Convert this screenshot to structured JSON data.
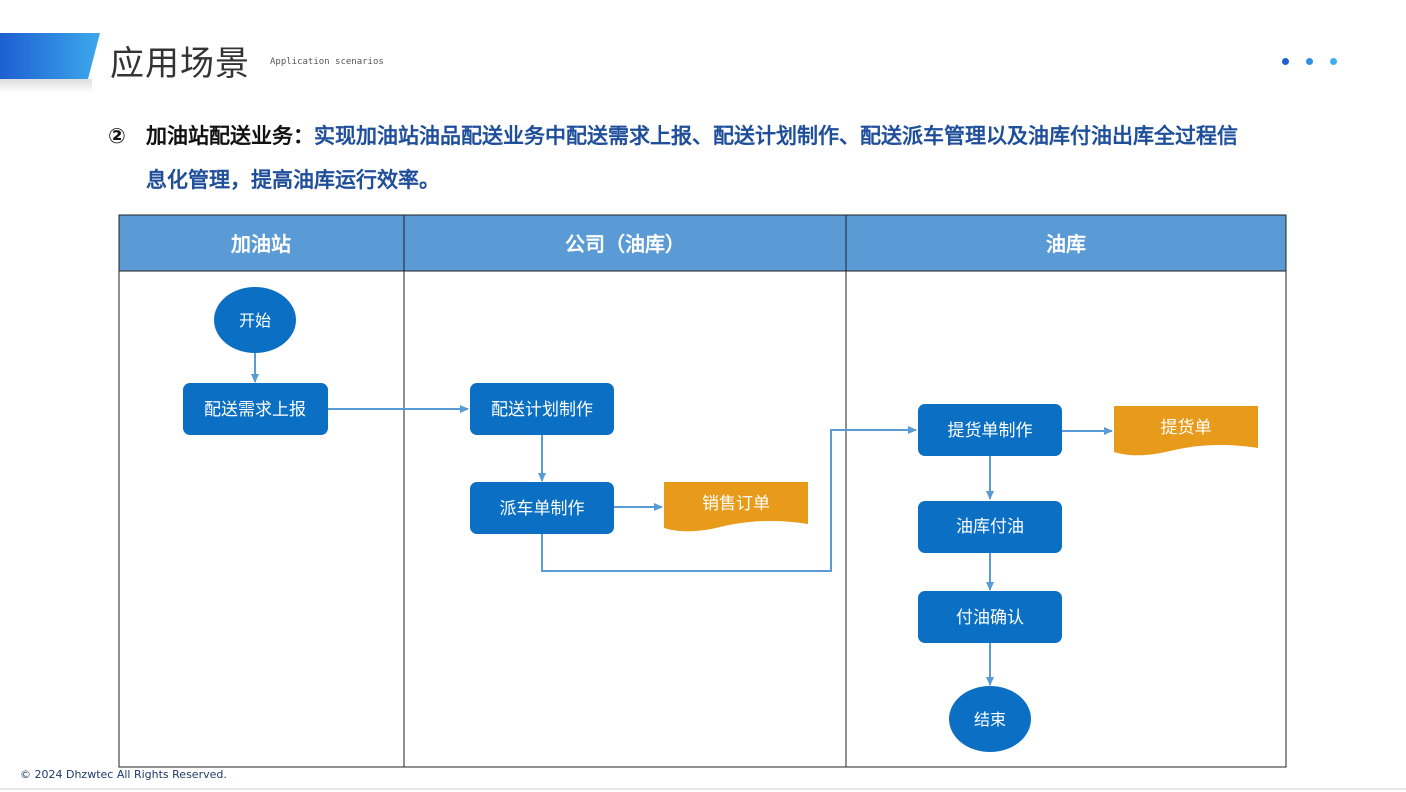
{
  "header": {
    "title": "应用场景",
    "subtitle": "Application scenarios",
    "dot_colors": [
      "#1f5fd1",
      "#2f8fe0",
      "#3fb0ea"
    ]
  },
  "intro": {
    "number": "②",
    "heading": "加油站配送业务：",
    "text_line1": "实现加油站油品配送业务中配送需求上报、配送计划制作、配送派车管理以及油库付油出库全过程信",
    "text_line2": "息化管理，提高油库运行效率。"
  },
  "lanes": {
    "lane1": "加油站",
    "lane2": "公司（油库）",
    "lane3": "油库"
  },
  "nodes": {
    "start": "开始",
    "report": "配送需求上报",
    "plan": "配送计划制作",
    "dispatch": "派车单制作",
    "sales_order": "销售订单",
    "pickup": "提货单制作",
    "pickup_doc": "提货单",
    "depot_pay": "油库付油",
    "confirm": "付油确认",
    "end": "结束"
  },
  "colors": {
    "lane_header": "#5b9bd5",
    "process_box": "#0b70c4",
    "document": "#e89a1a",
    "arrow": "#5b9bd5",
    "heading_text": "#1f4e9a"
  },
  "footer": {
    "copyright": "© 2024  Dhzwtec All Rights Reserved."
  }
}
